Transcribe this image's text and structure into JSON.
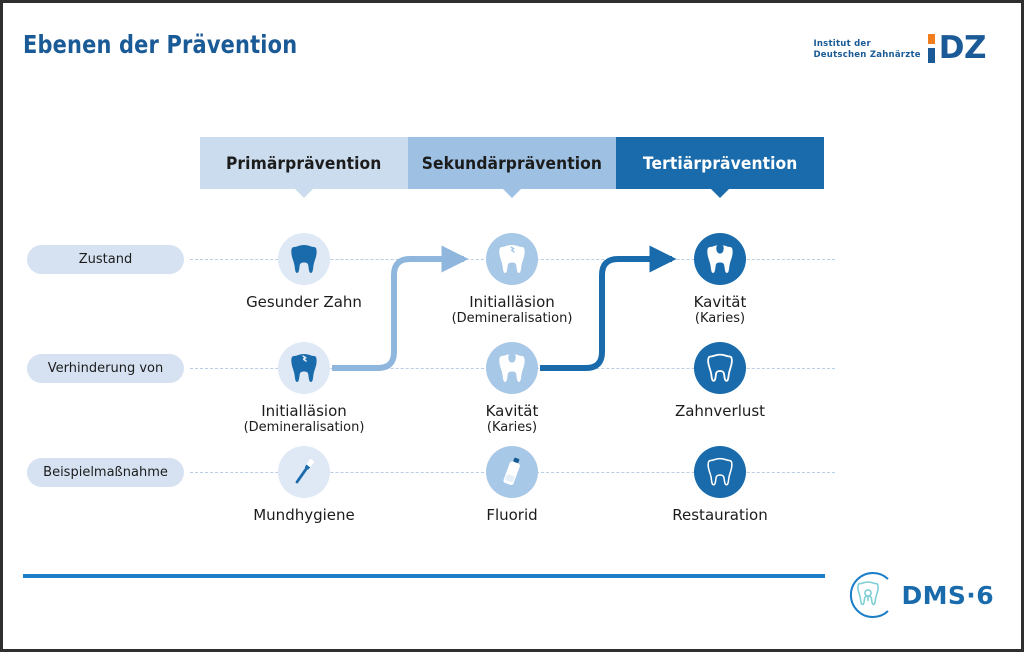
{
  "slide": {
    "title": "Ebenen der Prävention",
    "accent_blue": "#1a5a96",
    "dark_blue": "#1a6bab",
    "mid_blue": "#9dc0e3",
    "light_blue": "#ccdcef",
    "orange": "#f07d1e"
  },
  "logo": {
    "line1": "Institut der",
    "line2": "Deutschen Zahnärzte",
    "mark": "DZ"
  },
  "columns": [
    {
      "id": "primary",
      "label": "Primärprävention"
    },
    {
      "id": "secondary",
      "label": "Sekundärprävention"
    },
    {
      "id": "tertiary",
      "label": "Tertiärprävention"
    }
  ],
  "rows": [
    {
      "id": "zustand",
      "label": "Zustand"
    },
    {
      "id": "verhinderung",
      "label": "Verhinderung von"
    },
    {
      "id": "beispielmassnahme",
      "label": "Beispielmaßnahme"
    }
  ],
  "cells": [
    {
      "row": "zustand",
      "col": "primary",
      "icon": "tooth-healthy-icon",
      "title": "Gesunder Zahn",
      "sub": ""
    },
    {
      "row": "zustand",
      "col": "secondary",
      "icon": "tooth-lesion-icon",
      "title": "Initialläsion",
      "sub": "(Demineralisation)"
    },
    {
      "row": "zustand",
      "col": "tertiary",
      "icon": "tooth-cavity-icon",
      "title": "Kavität",
      "sub": "(Karies)"
    },
    {
      "row": "verhinderung",
      "col": "primary",
      "icon": "tooth-lesion-icon",
      "title": "Initialläsion",
      "sub": "(Demineralisation)"
    },
    {
      "row": "verhinderung",
      "col": "secondary",
      "icon": "tooth-cavity-icon",
      "title": "Kavität",
      "sub": "(Karies)"
    },
    {
      "row": "verhinderung",
      "col": "tertiary",
      "icon": "tooth-loss-icon",
      "title": "Zahnverlust",
      "sub": ""
    },
    {
      "row": "beispielmassnahme",
      "col": "primary",
      "icon": "toothbrush-icon",
      "title": "Mundhygiene",
      "sub": ""
    },
    {
      "row": "beispielmassnahme",
      "col": "secondary",
      "icon": "fluoride-bottle-icon",
      "title": "Fluorid",
      "sub": ""
    },
    {
      "row": "beispielmassnahme",
      "col": "tertiary",
      "icon": "tooth-outline-icon",
      "title": "Restauration",
      "sub": ""
    }
  ],
  "arrows": [
    {
      "id": "arrow-primary-to-secondary",
      "color": "#8fb6dd",
      "from": "verhinderung/primary",
      "to": "zustand/secondary"
    },
    {
      "id": "arrow-secondary-to-tertiary",
      "color": "#1a6bab",
      "from": "verhinderung/secondary",
      "to": "zustand/tertiary"
    }
  ],
  "footer": {
    "dms_label": "DMS·6"
  }
}
